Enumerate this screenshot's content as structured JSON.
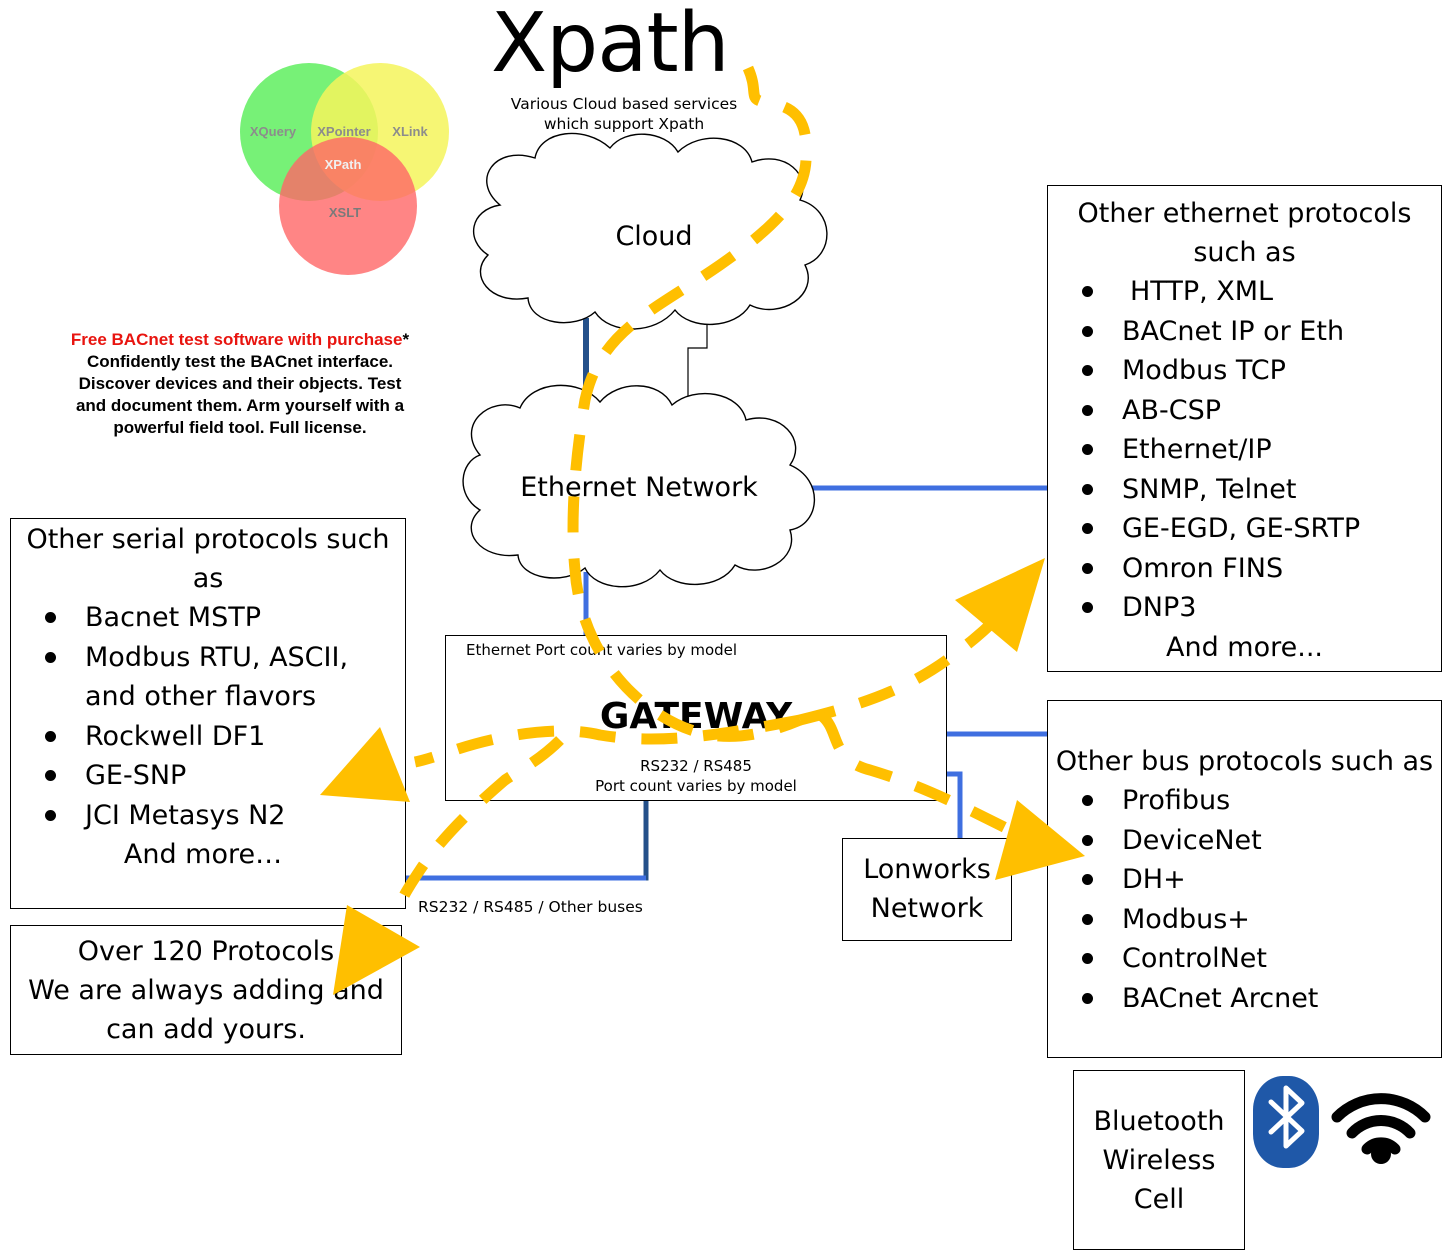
{
  "title": "Xpath",
  "cloud_services_caption": [
    "Various Cloud based services",
    "which support Xpath"
  ],
  "venn": {
    "xquery": "XQuery",
    "xpointer": "XPointer",
    "xlink": "XLink",
    "xpath": "XPath",
    "xslt": "XSLT"
  },
  "promo": {
    "headline": "Free BACnet test software with purchase",
    "asterisk": "*",
    "body": [
      "Confidently test the BACnet interface.",
      "Discover devices and their objects. Test",
      "and document them. Arm yourself with a",
      "powerful field tool. Full license."
    ]
  },
  "cloud_label": "Cloud",
  "ethernet_network_label": "Ethernet Network",
  "gateway": {
    "title": "GATEWAY",
    "ethernet_port_note": "Ethernet Port count varies by model",
    "serial_line1": "RS232 / RS485",
    "serial_line2": "Port count varies by model"
  },
  "serial_bus_label": "RS232 / RS485 / Other buses",
  "serial_box": {
    "title": [
      "Other serial protocols such",
      "as"
    ],
    "items": [
      "Bacnet MSTP",
      "Modbus RTU, ASCII,",
      "Rockwell DF1",
      "GE-SNP",
      "JCI Metasys N2"
    ],
    "continuation": "and other flavors",
    "more": "And more…"
  },
  "protocols_box": [
    "Over 120 Protocols",
    "We are always adding and",
    "can add yours."
  ],
  "ethernet_box": {
    "title": [
      "Other ethernet protocols",
      "such as"
    ],
    "items": [
      "HTTP, XML",
      "BACnet IP or Eth",
      "Modbus TCP",
      "AB-CSP",
      "Ethernet/IP",
      "SNMP, Telnet",
      "GE-EGD, GE-SRTP",
      "Omron FINS",
      "DNP3"
    ],
    "more": "And more..."
  },
  "bus_box": {
    "title": "Other bus protocols such as",
    "items": [
      "Profibus",
      "DeviceNet",
      "DH+",
      "Modbus+",
      "ControlNet",
      "BACnet Arcnet"
    ]
  },
  "lonworks": [
    "Lonworks",
    "Network"
  ],
  "wireless_box": [
    "Bluetooth",
    "Wireless",
    "Cell"
  ],
  "icons": [
    "bluetooth-icon",
    "wifi-icon"
  ],
  "colors": {
    "blue_line": "#3f6fe0",
    "dark_blue_line": "#24508a",
    "arrow_yellow": "#ffbf00",
    "promo_red": "#e8140f",
    "venn_green": "#5fef5f",
    "venn_yellow": "#f5f55c",
    "venn_red": "#ff6666",
    "bluetooth_blue": "#1f58a8"
  }
}
